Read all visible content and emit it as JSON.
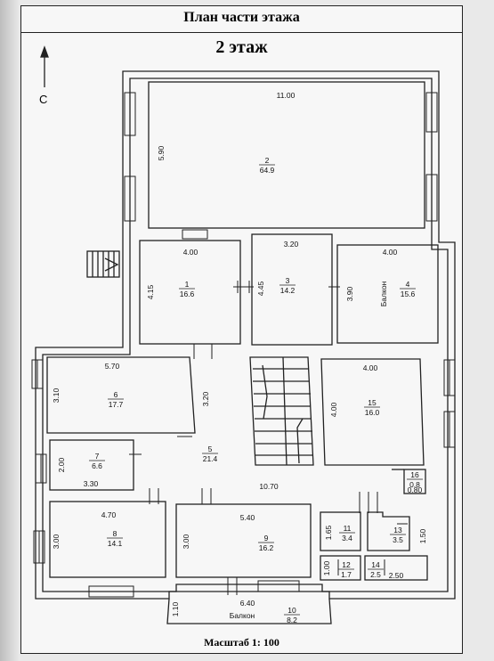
{
  "title": "План части этажа",
  "floor_label": "2 этаж",
  "scale": "Масштаб 1: 100",
  "north": "С",
  "colors": {
    "line": "#222222",
    "paper": "#f7f7f7"
  },
  "rooms": [
    {
      "id": "1",
      "num": "1",
      "area": "16.6"
    },
    {
      "id": "2",
      "num": "2",
      "area": "64.9"
    },
    {
      "id": "3",
      "num": "3",
      "area": "14.2"
    },
    {
      "id": "4",
      "num": "4",
      "area": "15.6",
      "label": "Балкон"
    },
    {
      "id": "5",
      "num": "5",
      "area": "21.4"
    },
    {
      "id": "6",
      "num": "6",
      "area": "17.7"
    },
    {
      "id": "7",
      "num": "7",
      "area": "6.6"
    },
    {
      "id": "8",
      "num": "8",
      "area": "14.1"
    },
    {
      "id": "9",
      "num": "9",
      "area": "16.2"
    },
    {
      "id": "10",
      "num": "10",
      "area": "8.2",
      "label": "Балкон"
    },
    {
      "id": "11",
      "num": "11",
      "area": "3.4"
    },
    {
      "id": "12",
      "num": "12",
      "area": "1.7"
    },
    {
      "id": "13",
      "num": "13",
      "area": "3.5"
    },
    {
      "id": "14",
      "num": "14",
      "area": "2.5"
    },
    {
      "id": "15",
      "num": "15",
      "area": "16.0"
    },
    {
      "id": "16",
      "num": "16",
      "area": "0.8"
    }
  ],
  "dimensions": [
    "11.00",
    "5.90",
    "4.00",
    "4.15",
    "3.20",
    "4.45",
    "4.00",
    "3.90",
    "5.70",
    "3.10",
    "3.20",
    "4.00",
    "4.00",
    "2.00",
    "3.30",
    "10.70",
    "0.80",
    "4.70",
    "3.00",
    "5.40",
    "3.00",
    "1.65",
    "1.50",
    "1.00",
    "2.50",
    "6.40",
    "1.10"
  ]
}
